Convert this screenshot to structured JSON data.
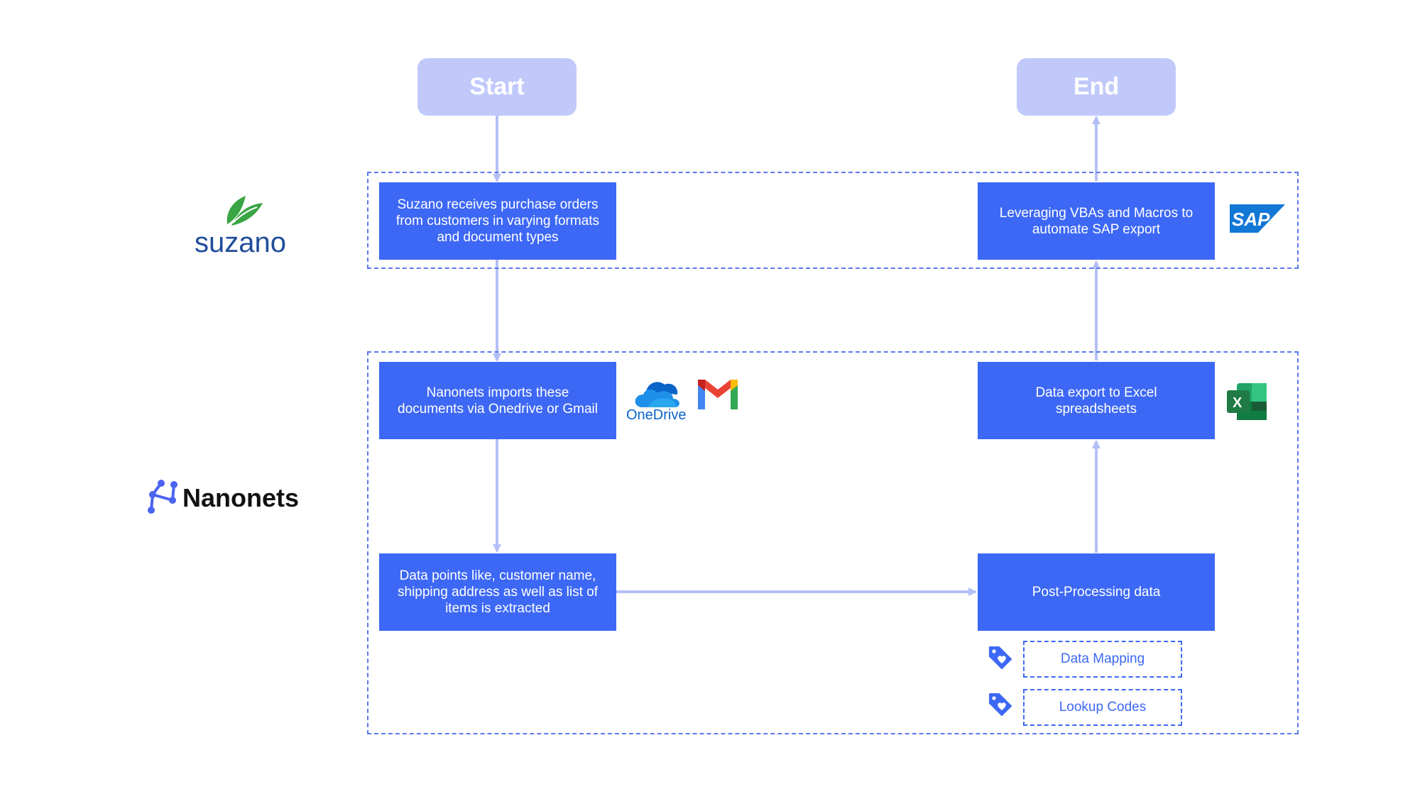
{
  "terminals": {
    "start": "Start",
    "end": "End"
  },
  "lanes": {
    "suzano": {
      "logo_text": "suzano",
      "logo_icon": "leaf-icon",
      "color": "#1f4d9c",
      "leaf_color": "#3aa544"
    },
    "nanonets": {
      "logo_text": "Nanonets",
      "logo_icon": "nanonets-network-icon",
      "color": "#111111",
      "accent": "#4a63f0"
    }
  },
  "steps": {
    "receive_orders": "Suzano receives purchase orders from customers in varying formats and document types",
    "sap_export": "Leveraging VBAs and Macros to automate SAP export",
    "import_docs": "Nanonets imports these documents via Onedrive or Gmail",
    "excel_export": "Data export to Excel spreadsheets",
    "extract_data": "Data points like, customer name, shipping address as well as list of items is extracted",
    "post_processing": "Post-Processing data"
  },
  "subtasks": [
    {
      "label": "Data Mapping",
      "icon": "tag-heart-icon"
    },
    {
      "label": "Lookup Codes",
      "icon": "tag-heart-icon"
    }
  ],
  "integrations": {
    "onedrive": {
      "label": "OneDrive",
      "icon": "onedrive-cloud-icon",
      "color": "#0a64c8"
    },
    "gmail": {
      "icon": "gmail-icon"
    },
    "sap": {
      "label": "SAP",
      "icon": "sap-logo-icon",
      "color": "#1377d6"
    },
    "excel": {
      "label": "X",
      "icon": "excel-icon",
      "color": "#1f7a44"
    }
  },
  "colors": {
    "step_fill": "#3d68f5",
    "terminal_fill": "#c1c9fb",
    "arrow": "#b5bff7",
    "lane_border": "#5b78ee"
  }
}
